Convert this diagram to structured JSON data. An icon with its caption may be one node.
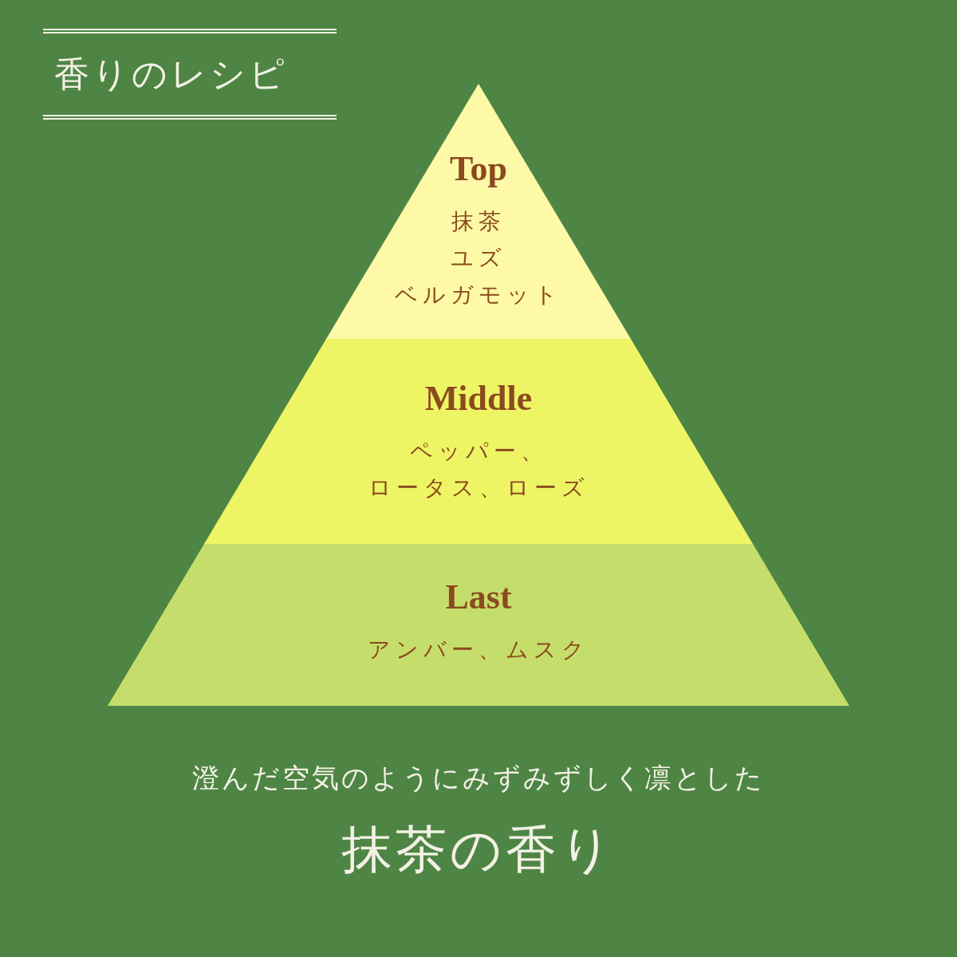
{
  "diagram": {
    "title": "香りのレシピ",
    "nodes": [
      {
        "text": [
          "Top",
          "抹茶",
          "ユズ",
          "ベルガモット"
        ]
      },
      {
        "text": [
          "Middle",
          "ペッパー、",
          "ロータス、ローズ"
        ]
      },
      {
        "text": [
          "Last",
          "アンバー、ムスク"
        ]
      }
    ],
    "labels": [
      "澄んだ空気のようにみずみずしく凛とした",
      "抹茶の香り"
    ]
  }
}
